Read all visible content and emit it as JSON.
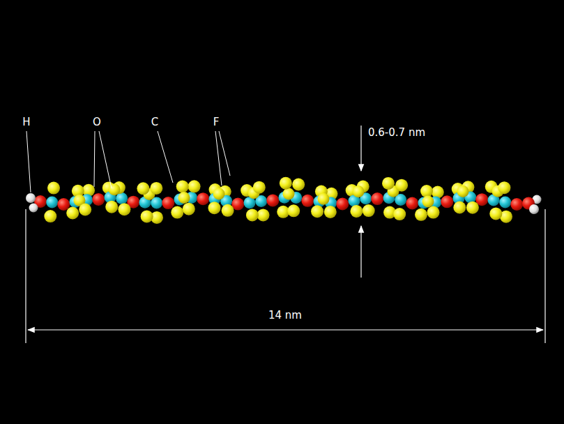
{
  "diagram": {
    "labels": [
      "H",
      "O",
      "C",
      "F",
      "0.6-0.7 nm",
      "14 nm"
    ]
  }
}
